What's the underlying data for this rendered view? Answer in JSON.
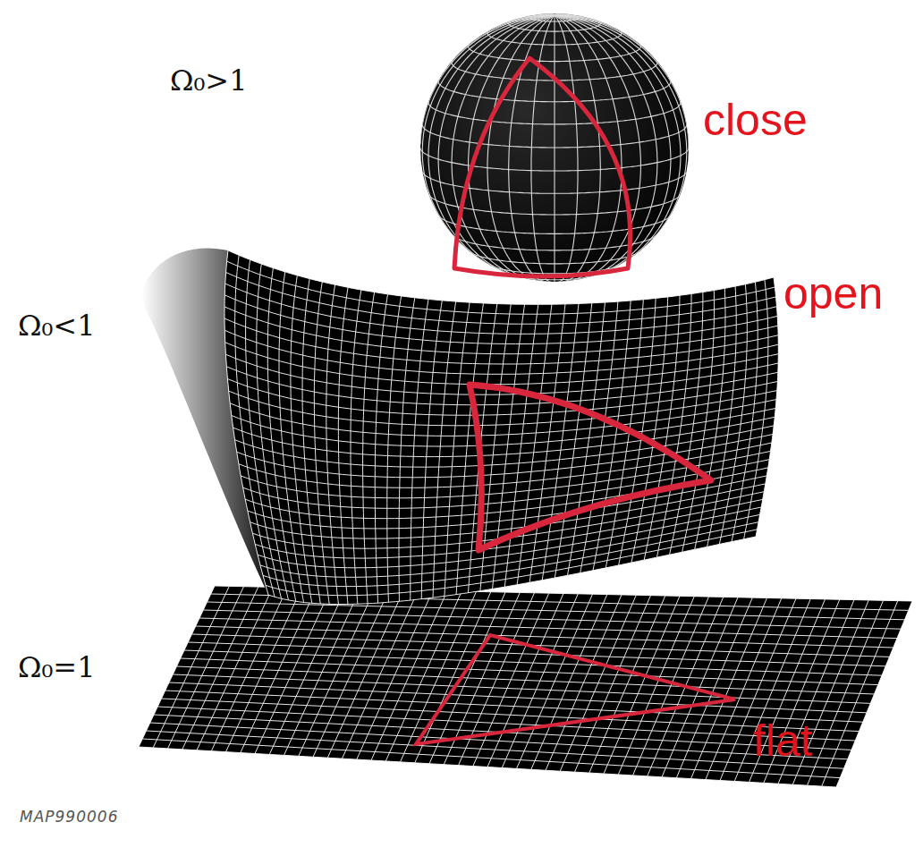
{
  "diagram": {
    "labels": [
      "Ω₀>1",
      "close",
      "Ω₀<1",
      "open",
      "Ω₀=1",
      "flat",
      "MAP990006"
    ]
  }
}
